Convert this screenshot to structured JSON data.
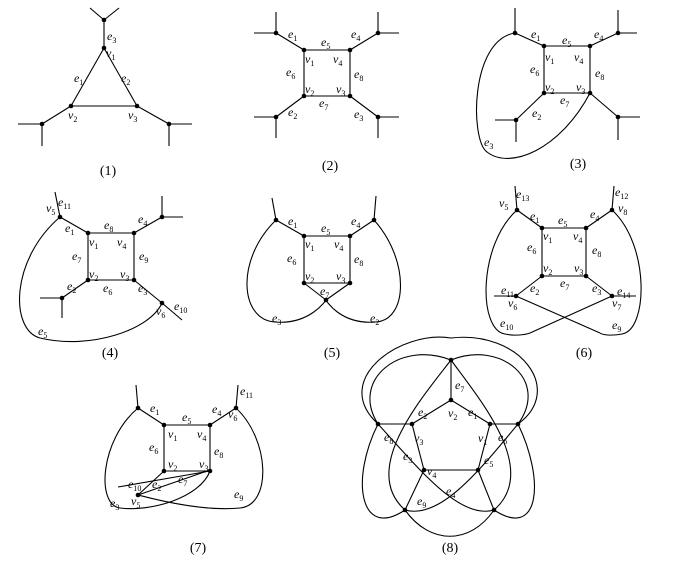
{
  "panels": [
    {
      "caption": "(1)",
      "labels": [
        {
          "t": "e",
          "s": "3"
        },
        {
          "t": "v",
          "s": "1"
        },
        {
          "t": "e",
          "s": "1"
        },
        {
          "t": "e",
          "s": "2"
        },
        {
          "t": "v",
          "s": "2"
        },
        {
          "t": "v",
          "s": "3"
        }
      ]
    },
    {
      "caption": "(2)",
      "labels": [
        {
          "t": "e",
          "s": "1"
        },
        {
          "t": "e",
          "s": "5"
        },
        {
          "t": "e",
          "s": "4"
        },
        {
          "t": "e",
          "s": "6"
        },
        {
          "t": "v",
          "s": "1"
        },
        {
          "t": "v",
          "s": "4"
        },
        {
          "t": "e",
          "s": "8"
        },
        {
          "t": "v",
          "s": "2"
        },
        {
          "t": "v",
          "s": "3"
        },
        {
          "t": "e",
          "s": "7"
        },
        {
          "t": "e",
          "s": "2"
        },
        {
          "t": "e",
          "s": "3"
        }
      ]
    },
    {
      "caption": "(3)",
      "labels": [
        {
          "t": "e",
          "s": "1"
        },
        {
          "t": "e",
          "s": "5"
        },
        {
          "t": "e",
          "s": "4"
        },
        {
          "t": "e",
          "s": "6"
        },
        {
          "t": "v",
          "s": "1"
        },
        {
          "t": "v",
          "s": "4"
        },
        {
          "t": "e",
          "s": "8"
        },
        {
          "t": "v",
          "s": "2"
        },
        {
          "t": "v",
          "s": "3"
        },
        {
          "t": "e",
          "s": "7"
        },
        {
          "t": "e",
          "s": "2"
        },
        {
          "t": "e",
          "s": "3"
        }
      ]
    },
    {
      "caption": "(4)",
      "labels": [
        {
          "t": "v",
          "s": "5"
        },
        {
          "t": "e",
          "s": "11"
        },
        {
          "t": "e",
          "s": "1"
        },
        {
          "t": "e",
          "s": "8"
        },
        {
          "t": "e",
          "s": "4"
        },
        {
          "t": "v",
          "s": "1"
        },
        {
          "t": "v",
          "s": "4"
        },
        {
          "t": "e",
          "s": "7"
        },
        {
          "t": "e",
          "s": "9"
        },
        {
          "t": "v",
          "s": "2"
        },
        {
          "t": "v",
          "s": "3"
        },
        {
          "t": "e",
          "s": "2"
        },
        {
          "t": "e",
          "s": "6"
        },
        {
          "t": "e",
          "s": "3"
        },
        {
          "t": "e",
          "s": "10"
        },
        {
          "t": "v",
          "s": "6"
        },
        {
          "t": "e",
          "s": "5"
        }
      ]
    },
    {
      "caption": "(5)",
      "labels": [
        {
          "t": "e",
          "s": "1"
        },
        {
          "t": "e",
          "s": "5"
        },
        {
          "t": "e",
          "s": "4"
        },
        {
          "t": "v",
          "s": "1"
        },
        {
          "t": "v",
          "s": "4"
        },
        {
          "t": "e",
          "s": "6"
        },
        {
          "t": "e",
          "s": "8"
        },
        {
          "t": "v",
          "s": "2"
        },
        {
          "t": "v",
          "s": "3"
        },
        {
          "t": "e",
          "s": "7"
        },
        {
          "t": "e",
          "s": "3"
        },
        {
          "t": "e",
          "s": "2"
        }
      ]
    },
    {
      "caption": "(6)",
      "labels": [
        {
          "t": "v",
          "s": "5"
        },
        {
          "t": "e",
          "s": "13"
        },
        {
          "t": "e",
          "s": "1"
        },
        {
          "t": "e",
          "s": "5"
        },
        {
          "t": "e",
          "s": "4"
        },
        {
          "t": "e",
          "s": "12"
        },
        {
          "t": "v",
          "s": "8"
        },
        {
          "t": "v",
          "s": "1"
        },
        {
          "t": "v",
          "s": "4"
        },
        {
          "t": "e",
          "s": "6"
        },
        {
          "t": "e",
          "s": "8"
        },
        {
          "t": "v",
          "s": "2"
        },
        {
          "t": "v",
          "s": "3"
        },
        {
          "t": "e",
          "s": "7"
        },
        {
          "t": "e",
          "s": "11"
        },
        {
          "t": "e",
          "s": "2"
        },
        {
          "t": "e",
          "s": "3"
        },
        {
          "t": "e",
          "s": "14"
        },
        {
          "t": "v",
          "s": "6"
        },
        {
          "t": "v",
          "s": "7"
        },
        {
          "t": "e",
          "s": "10"
        },
        {
          "t": "e",
          "s": "9"
        }
      ]
    },
    {
      "caption": "(7)",
      "labels": [
        {
          "t": "e",
          "s": "11"
        },
        {
          "t": "e",
          "s": "1"
        },
        {
          "t": "e",
          "s": "5"
        },
        {
          "t": "e",
          "s": "4"
        },
        {
          "t": "v",
          "s": "6"
        },
        {
          "t": "e",
          "s": "6"
        },
        {
          "t": "v",
          "s": "1"
        },
        {
          "t": "v",
          "s": "4"
        },
        {
          "t": "e",
          "s": "8"
        },
        {
          "t": "v",
          "s": "2"
        },
        {
          "t": "v",
          "s": "3"
        },
        {
          "t": "e",
          "s": "10"
        },
        {
          "t": "e",
          "s": "2"
        },
        {
          "t": "e",
          "s": "7"
        },
        {
          "t": "e",
          "s": "3"
        },
        {
          "t": "v",
          "s": "5"
        },
        {
          "t": "e",
          "s": "9"
        }
      ]
    },
    {
      "caption": "(8)",
      "labels": [
        {
          "t": "e",
          "s": "7"
        },
        {
          "t": "e",
          "s": "2"
        },
        {
          "t": "v",
          "s": "2"
        },
        {
          "t": "e",
          "s": "1"
        },
        {
          "t": "e",
          "s": "8"
        },
        {
          "t": "v",
          "s": "3"
        },
        {
          "t": "v",
          "s": "1"
        },
        {
          "t": "e",
          "s": "6"
        },
        {
          "t": "e",
          "s": "3"
        },
        {
          "t": "e",
          "s": "5"
        },
        {
          "t": "v",
          "s": "4"
        },
        {
          "t": "e",
          "s": "4"
        },
        {
          "t": "e",
          "s": "9"
        }
      ]
    }
  ]
}
